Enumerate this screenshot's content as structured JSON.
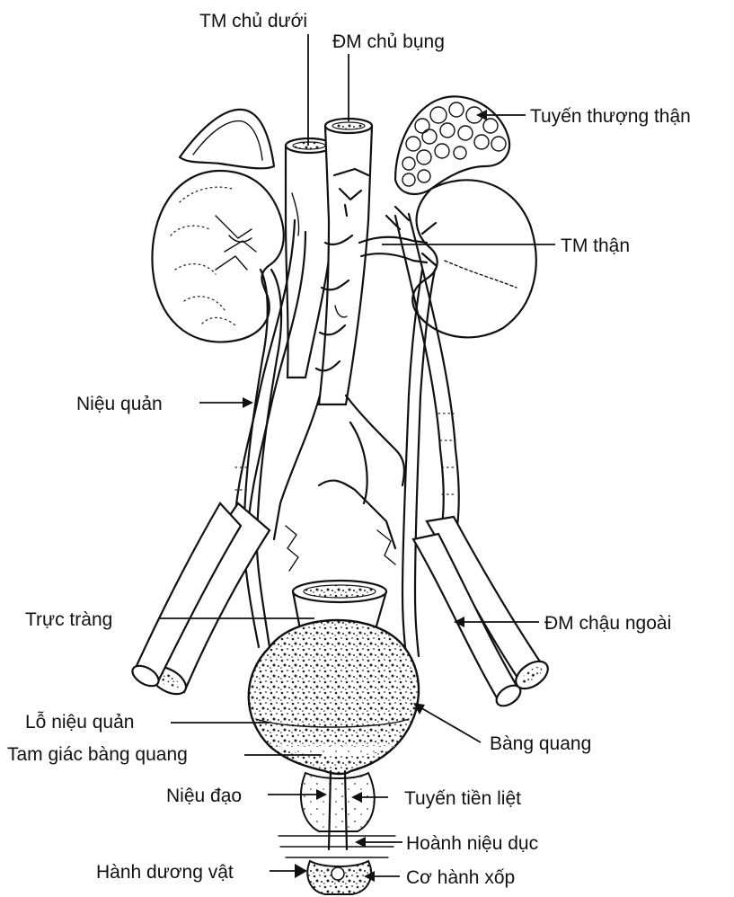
{
  "labels": {
    "inferior_vena_cava": "TM chủ dưới",
    "abdominal_aorta": "ĐM chủ bụng",
    "adrenal_gland": "Tuyến thượng thận",
    "renal_vein": "TM thận",
    "ureter": "Niệu quản",
    "rectum": "Trực tràng",
    "external_iliac_artery": "ĐM chậu ngoài",
    "ureteric_orifice": "Lỗ niệu quản",
    "bladder_trigone": "Tam giác bàng quang",
    "bladder": "Bàng quang",
    "urethra": "Niệu đạo",
    "prostate": "Tuyến tiền liệt",
    "urogenital_diaphragm": "Hoành niệu dục",
    "penile_bulb": "Hành dương vật",
    "bulbospongiosus": "Cơ hành xốp"
  }
}
